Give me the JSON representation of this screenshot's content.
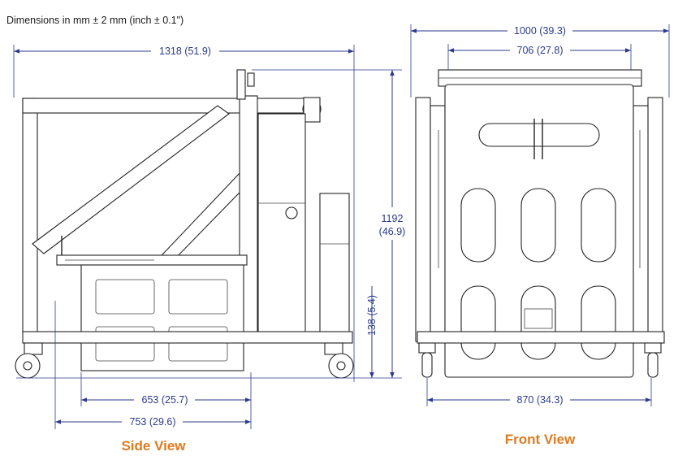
{
  "note": "Dimensions in mm ± 2 mm (inch ± 0.1\")",
  "side_view": {
    "title": "Side View",
    "overall_length": "1318 (51.9)",
    "height_value": "1192",
    "height_inch": "(46.9)",
    "clearance": "138 (5.4)",
    "base_inner": "653 (25.7)",
    "base_outer": "753 (29.6)"
  },
  "front_view": {
    "title": "Front View",
    "overall_width": "1000 (39.3)",
    "top_width": "706 (27.8)",
    "wheel_span": "870 (34.3)"
  },
  "colors": {
    "dimension": "#2b3a8c",
    "title": "#e07a1f",
    "drawing": "#222222"
  }
}
